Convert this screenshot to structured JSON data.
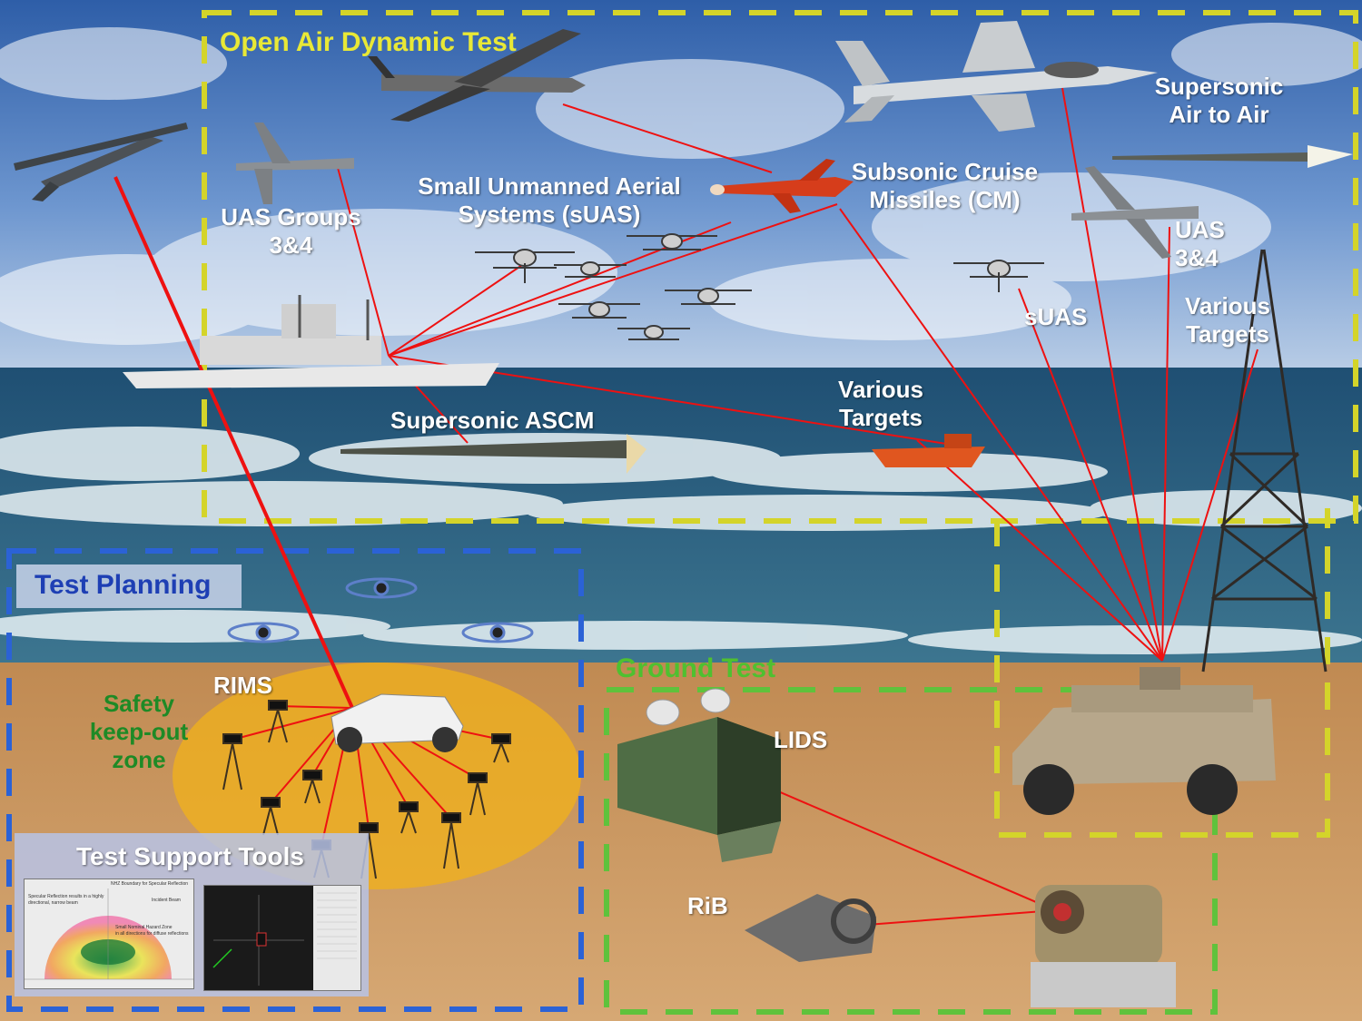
{
  "colors": {
    "open_air_border": "#d4d42a",
    "test_planning_border": "#2b62d6",
    "ground_test_border": "#5fc23c",
    "link_line": "#ee1111",
    "safety_zone": "#f2b21a",
    "sky": "#3e6fbe",
    "sea": "#2e5f80",
    "sand": "#c9935a"
  },
  "sections": {
    "open_air": {
      "title": "Open Air Dynamic Test"
    },
    "test_planning": {
      "title": "Test Planning"
    },
    "ground_test": {
      "title": "Ground Test"
    }
  },
  "labels": {
    "supersonic_air_to_air": [
      "Supersonic",
      "Air  to Air"
    ],
    "subsonic_cm": [
      "Subsonic Cruise",
      "Missiles (CM)"
    ],
    "suas_small": [
      "Small Unmanned Aerial",
      "Systems (sUAS)"
    ],
    "uas_groups": [
      "UAS Groups",
      "3&4"
    ],
    "uas_34": [
      "UAS",
      "3&4"
    ],
    "suas": "sUAS",
    "various_targets_right": [
      "Various",
      "Targets"
    ],
    "various_targets_sea": [
      "Various",
      "Targets"
    ],
    "supersonic_ascm": "Supersonic ASCM",
    "rims": "RIMS",
    "safety_zone": [
      "Safety",
      "keep-out",
      "zone"
    ],
    "lids": "LIDS",
    "rib": "RiB",
    "test_support_tools": "Test Support Tools"
  },
  "screenshots": {
    "left_text": [
      "NHZ Boundary for Specular Reflection",
      "Specular Reflection results in a highly",
      "directional, narrow beam",
      "Incident Beam",
      "Small Nominal Hazard Zone",
      "in all directions for diffuse reflections"
    ]
  },
  "icons": [
    "drone-aircraft-icon",
    "fighter-jet-icon",
    "cargo-plane-icon",
    "cruise-missile-icon",
    "quadcopter-icon",
    "warship-icon",
    "radar-tower-icon",
    "humvee-icon",
    "pickup-truck-icon",
    "tripod-sensor-icon",
    "shipping-container-icon",
    "satellite-dish-icon",
    "laser-turret-icon",
    "target-boat-icon"
  ]
}
